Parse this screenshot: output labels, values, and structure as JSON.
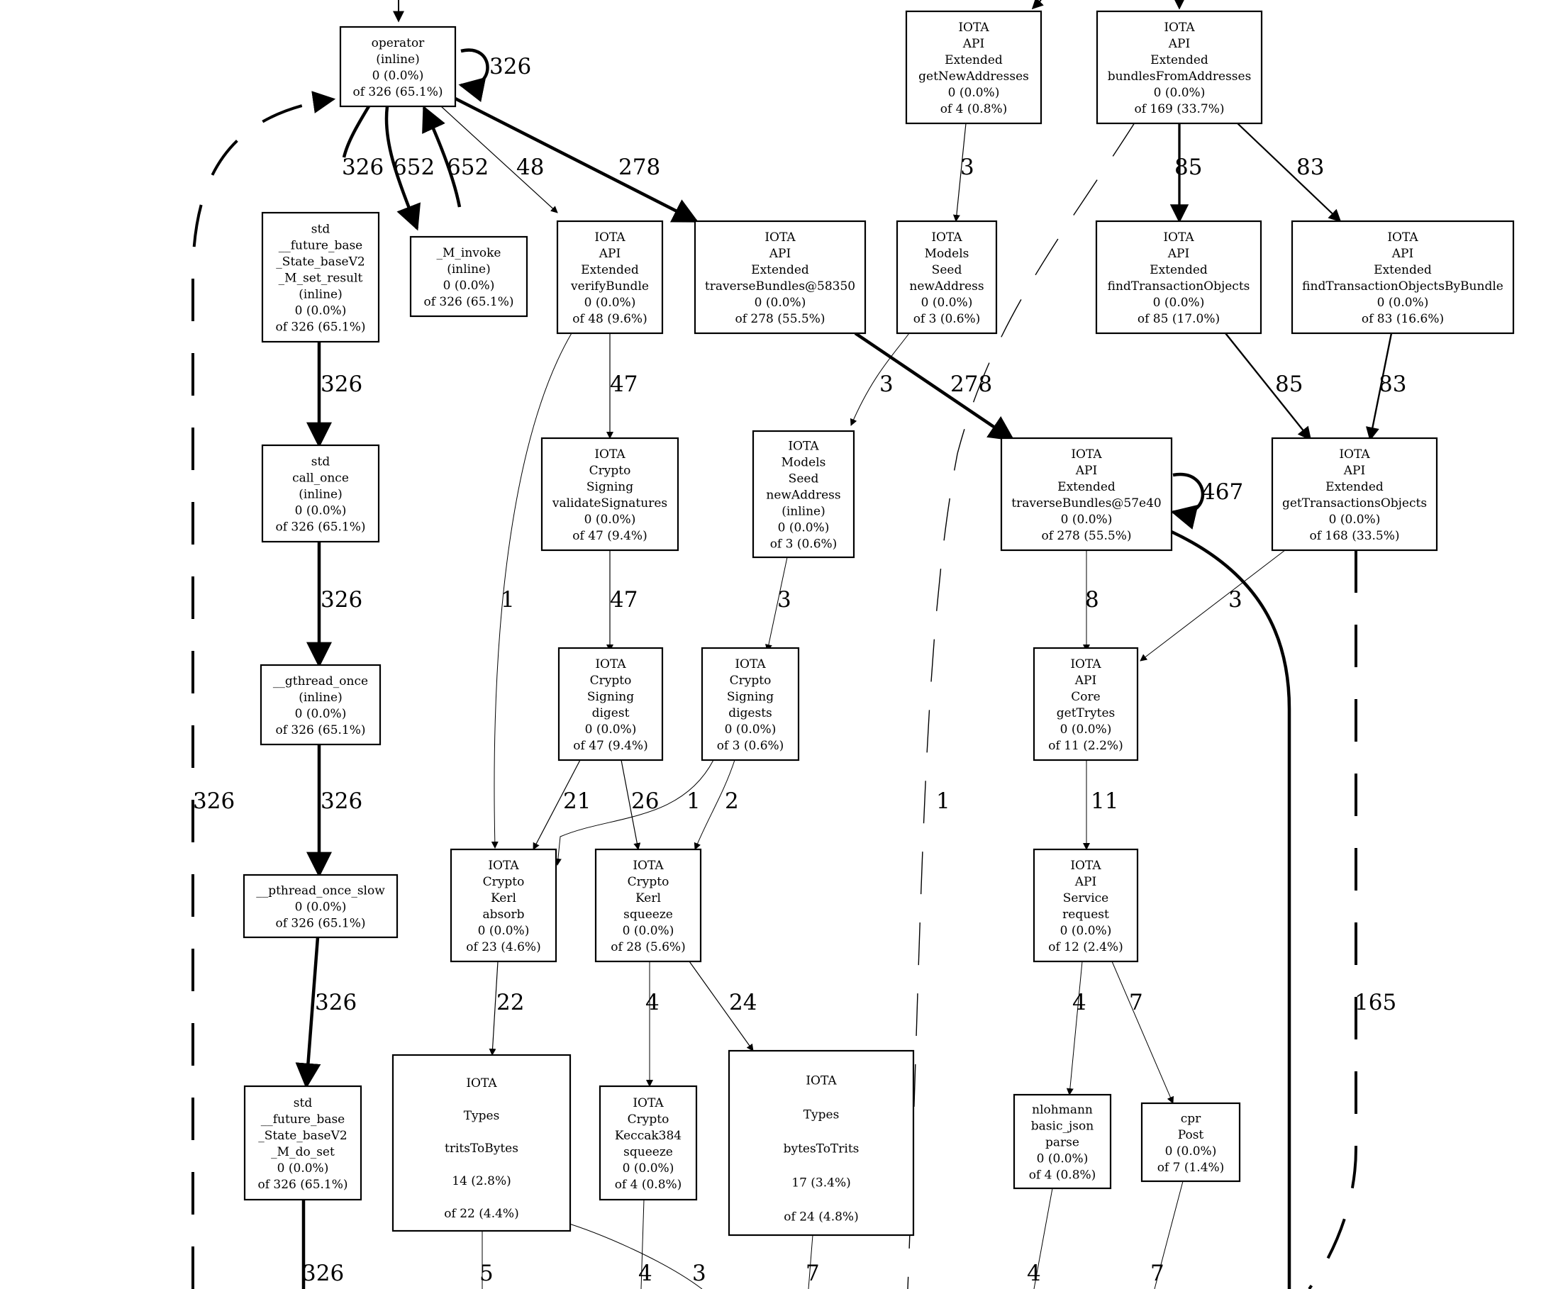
{
  "theme": {
    "ink": "#000000",
    "background": "#ffffff"
  },
  "nodes": [
    {
      "id": "operator",
      "lines": [
        "operator",
        "(inline)",
        "0 (0.0%)",
        "of 326 (65.1%)"
      ]
    },
    {
      "id": "getNewAddresses",
      "lines": [
        "IOTA",
        "API",
        "Extended",
        "getNewAddresses",
        "0 (0.0%)",
        "of 4 (0.8%)"
      ]
    },
    {
      "id": "bundlesFromAddresses",
      "lines": [
        "IOTA",
        "API",
        "Extended",
        "bundlesFromAddresses",
        "0 (0.0%)",
        "of 169 (33.7%)"
      ]
    },
    {
      "id": "setResult",
      "lines": [
        "std",
        "__future_base",
        "_State_baseV2",
        "_M_set_result",
        "(inline)",
        "0 (0.0%)",
        "of 326 (65.1%)"
      ]
    },
    {
      "id": "mInvoke",
      "lines": [
        "_M_invoke",
        "(inline)",
        "0 (0.0%)",
        "of 326 (65.1%)"
      ]
    },
    {
      "id": "verifyBundle",
      "lines": [
        "IOTA",
        "API",
        "Extended",
        "verifyBundle",
        "0 (0.0%)",
        "of 48 (9.6%)"
      ]
    },
    {
      "id": "traverse58350",
      "lines": [
        "IOTA",
        "API",
        "Extended",
        "traverseBundles@58350",
        "0 (0.0%)",
        "of 278 (55.5%)"
      ]
    },
    {
      "id": "seedNewAddress",
      "lines": [
        "IOTA",
        "Models",
        "Seed",
        "newAddress",
        "0 (0.0%)",
        "of 3 (0.6%)"
      ]
    },
    {
      "id": "findTransactionObjects",
      "lines": [
        "IOTA",
        "API",
        "Extended",
        "findTransactionObjects",
        "0 (0.0%)",
        "of 85 (17.0%)"
      ]
    },
    {
      "id": "findByBundle",
      "lines": [
        "IOTA",
        "API",
        "Extended",
        "findTransactionObjectsByBundle",
        "0 (0.0%)",
        "of 83 (16.6%)"
      ]
    },
    {
      "id": "callOnce",
      "lines": [
        "std",
        "call_once",
        "(inline)",
        "0 (0.0%)",
        "of 326 (65.1%)"
      ]
    },
    {
      "id": "validateSignatures",
      "lines": [
        "IOTA",
        "Crypto",
        "Signing",
        "validateSignatures",
        "0 (0.0%)",
        "of 47 (9.4%)"
      ]
    },
    {
      "id": "seedNewAddressInline",
      "lines": [
        "IOTA",
        "Models",
        "Seed",
        "newAddress",
        "(inline)",
        "0 (0.0%)",
        "of 3 (0.6%)"
      ]
    },
    {
      "id": "traverse57e40",
      "lines": [
        "IOTA",
        "API",
        "Extended",
        "traverseBundles@57e40",
        "0 (0.0%)",
        "of 278 (55.5%)"
      ]
    },
    {
      "id": "getTransactionsObjects",
      "lines": [
        "IOTA",
        "API",
        "Extended",
        "getTransactionsObjects",
        "0 (0.0%)",
        "of 168 (33.5%)"
      ]
    },
    {
      "id": "gthreadOnce",
      "lines": [
        "__gthread_once",
        "(inline)",
        "0 (0.0%)",
        "of 326 (65.1%)"
      ]
    },
    {
      "id": "digest",
      "lines": [
        "IOTA",
        "Crypto",
        "Signing",
        "digest",
        "0 (0.0%)",
        "of 47 (9.4%)"
      ]
    },
    {
      "id": "digests",
      "lines": [
        "IOTA",
        "Crypto",
        "Signing",
        "digests",
        "0 (0.0%)",
        "of 3 (0.6%)"
      ]
    },
    {
      "id": "getTrytes",
      "lines": [
        "IOTA",
        "API",
        "Core",
        "getTrytes",
        "0 (0.0%)",
        "of 11 (2.2%)"
      ]
    },
    {
      "id": "pthreadOnceSlow",
      "lines": [
        "__pthread_once_slow",
        "0 (0.0%)",
        "of 326 (65.1%)"
      ]
    },
    {
      "id": "kerlAbsorb",
      "lines": [
        "IOTA",
        "Crypto",
        "Kerl",
        "absorb",
        "0 (0.0%)",
        "of 23 (4.6%)"
      ]
    },
    {
      "id": "kerlSqueeze",
      "lines": [
        "IOTA",
        "Crypto",
        "Kerl",
        "squeeze",
        "0 (0.0%)",
        "of 28 (5.6%)"
      ]
    },
    {
      "id": "serviceRequest",
      "lines": [
        "IOTA",
        "API",
        "Service",
        "request",
        "0 (0.0%)",
        "of 12 (2.4%)"
      ]
    },
    {
      "id": "doSet",
      "lines": [
        "std",
        "__future_base",
        "_State_baseV2",
        "_M_do_set",
        "0 (0.0%)",
        "of 326 (65.1%)"
      ]
    },
    {
      "id": "tritsToBytes",
      "lines": [
        "IOTA",
        "Types",
        "tritsToBytes",
        "14 (2.8%)",
        "of 22 (4.4%)"
      ]
    },
    {
      "id": "keccakSqueeze",
      "lines": [
        "IOTA",
        "Crypto",
        "Keccak384",
        "squeeze",
        "0 (0.0%)",
        "of 4 (0.8%)"
      ]
    },
    {
      "id": "bytesToTrits",
      "lines": [
        "IOTA",
        "Types",
        "bytesToTrits",
        "17 (3.4%)",
        "of 24 (4.8%)"
      ]
    },
    {
      "id": "jsonParse",
      "lines": [
        "nlohmann",
        "basic_json",
        "parse",
        "0 (0.0%)",
        "of 4 (0.8%)"
      ]
    },
    {
      "id": "cprPost",
      "lines": [
        "cpr",
        "Post",
        "0 (0.0%)",
        "of 7 (1.4%)"
      ]
    }
  ],
  "edge_labels": [
    {
      "id": "self-operator",
      "text": "326"
    },
    {
      "id": "op-setresult",
      "text": "326"
    },
    {
      "id": "op-minvoke",
      "text": "652"
    },
    {
      "id": "minvoke-op",
      "text": "652"
    },
    {
      "id": "op-verify",
      "text": "48"
    },
    {
      "id": "op-traverse",
      "text": "278"
    },
    {
      "id": "getnew-seed",
      "text": "3"
    },
    {
      "id": "bfa-find",
      "text": "85"
    },
    {
      "id": "bfa-findbb",
      "text": "83"
    },
    {
      "id": "setresult-callonce",
      "text": "326"
    },
    {
      "id": "verify-validate",
      "text": "47"
    },
    {
      "id": "seed-seedinline",
      "text": "3"
    },
    {
      "id": "trav-trav",
      "text": "278"
    },
    {
      "id": "find-gto",
      "text": "85"
    },
    {
      "id": "findbb-gto",
      "text": "83"
    },
    {
      "id": "self-traverse",
      "text": "467"
    },
    {
      "id": "callonce-gthread",
      "text": "326"
    },
    {
      "id": "verify-absorb",
      "text": "1"
    },
    {
      "id": "validate-digest",
      "text": "47"
    },
    {
      "id": "seedinline-digests",
      "text": "3"
    },
    {
      "id": "trav-gettrytes",
      "text": "8"
    },
    {
      "id": "gto-gettrytes",
      "text": "3"
    },
    {
      "id": "dashed-left",
      "text": "326"
    },
    {
      "id": "gthread-pthread",
      "text": "326"
    },
    {
      "id": "digest-absorb",
      "text": "21"
    },
    {
      "id": "digest-squeeze",
      "text": "26"
    },
    {
      "id": "digests-absorb",
      "text": "1"
    },
    {
      "id": "digests-squeeze",
      "text": "2"
    },
    {
      "id": "dashed-mid",
      "text": "1"
    },
    {
      "id": "gettrytes-request",
      "text": "11"
    },
    {
      "id": "pthread-doset",
      "text": "326"
    },
    {
      "id": "absorb-trits",
      "text": "22"
    },
    {
      "id": "squeeze-keccak",
      "text": "4"
    },
    {
      "id": "squeeze-bytes",
      "text": "24"
    },
    {
      "id": "request-json",
      "text": "4"
    },
    {
      "id": "request-cpr",
      "text": "7"
    },
    {
      "id": "dashed-right",
      "text": "165"
    },
    {
      "id": "doset-out",
      "text": "326"
    },
    {
      "id": "trits-out",
      "text": "5"
    },
    {
      "id": "keccak-out",
      "text": "4"
    },
    {
      "id": "cross-out",
      "text": "3"
    },
    {
      "id": "bytes-out",
      "text": "7"
    },
    {
      "id": "json-out",
      "text": "4"
    },
    {
      "id": "cpr-out",
      "text": "7"
    }
  ]
}
